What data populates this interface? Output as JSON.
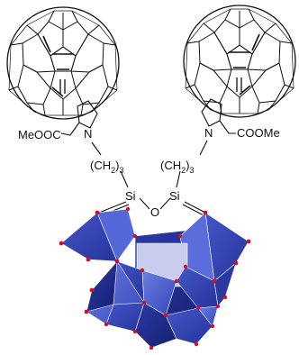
{
  "labels": {
    "left_ester": "MeOOC",
    "right_ester": "COOMe",
    "n_left": "N",
    "n_right": "N",
    "chain_left": "(CH",
    "chain_left_sub_2": "2",
    "chain_left_close": ")",
    "chain_left_sub_3": "3",
    "chain_right": "(CH",
    "chain_right_sub_2": "2",
    "chain_right_close": ")",
    "chain_right_sub_3": "3",
    "si_left": "Si",
    "si_right": "Si",
    "oxygen": "O"
  },
  "colors": {
    "polyhedra_light": "#4a5fd0",
    "polyhedra_mid": "#3446b8",
    "polyhedra_dark": "#1f2c8a",
    "oxygen_atom": "#d0102a",
    "bond": "#111111"
  }
}
